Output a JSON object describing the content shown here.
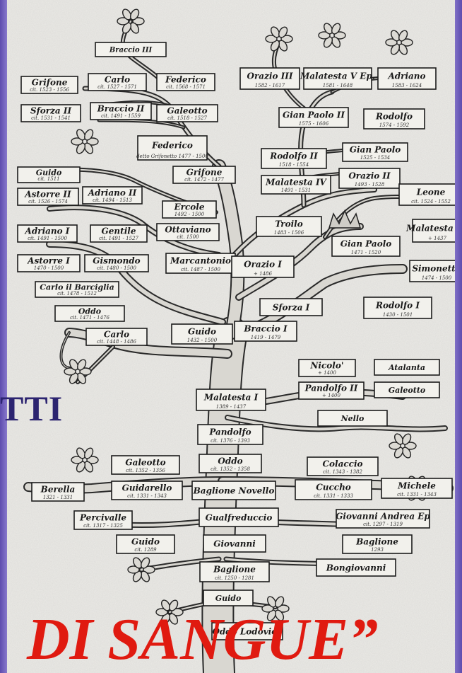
{
  "overlay": {
    "title_fragment": "TTI",
    "caption": "DI SANGUE”",
    "caption_color": "#e01a10",
    "title_color": "#2c2470",
    "frame_color": "#7a6ac4"
  },
  "tree": {
    "nodes": [
      {
        "id": "braccio-iii",
        "name": "Braccio III",
        "dates": ""
      },
      {
        "id": "grifone-top",
        "name": "Grifone",
        "dates": "cit. 1523 - 1556"
      },
      {
        "id": "carlo-top",
        "name": "Carlo",
        "dates": "cit. 1527 - 1571"
      },
      {
        "id": "federico-top",
        "name": "Federico",
        "dates": "cit. 1568 - 1571"
      },
      {
        "id": "sforza-ii",
        "name": "Sforza II",
        "dates": "cit. 1531 - 1541"
      },
      {
        "id": "braccio-ii",
        "name": "Braccio II",
        "dates": "cit. 1491 - 1559"
      },
      {
        "id": "galeotto-top",
        "name": "Galeotto",
        "dates": "cit. 1518 - 1527"
      },
      {
        "id": "federico-grifonetto",
        "name": "Federico",
        "dates": "detto Grifonetto 1477 - 1500"
      },
      {
        "id": "grifone-mid",
        "name": "Grifone",
        "dates": "cit. 1472 - 1477"
      },
      {
        "id": "guido-left",
        "name": "Guido",
        "dates": "cit. 1511"
      },
      {
        "id": "astorre-ii",
        "name": "Astorre II",
        "dates": "cit. 1526 - 1574"
      },
      {
        "id": "adriano-ii",
        "name": "Adriano II",
        "dates": "cit. 1494 - 1513"
      },
      {
        "id": "ercole",
        "name": "Ercole",
        "dates": "1492 - 1500"
      },
      {
        "id": "adriano-i",
        "name": "Adriano I",
        "dates": "cit. 1491 - 1500"
      },
      {
        "id": "gentile",
        "name": "Gentile",
        "dates": "cit. 1491 - 1527"
      },
      {
        "id": "ottaviano",
        "name": "Ottaviano",
        "dates": "cit. 1500"
      },
      {
        "id": "astorre-i",
        "name": "Astorre I",
        "dates": "1470 - 1500"
      },
      {
        "id": "gismondo",
        "name": "Gismondo",
        "dates": "cit. 1480 - 1500"
      },
      {
        "id": "marcantonio",
        "name": "Marcantonio",
        "dates": "cit. 1487 - 1500"
      },
      {
        "id": "carlo-barciglia",
        "name": "Carlo il Barciglia",
        "dates": "cit. 1478 - 1512"
      },
      {
        "id": "oddo-left",
        "name": "Oddo",
        "dates": "cit. 1471 - 1476"
      },
      {
        "id": "carlo-mid",
        "name": "Carlo",
        "dates": "cit. 1448 - 1486"
      },
      {
        "id": "guido-mid",
        "name": "Guido",
        "dates": "1432 - 1500"
      },
      {
        "id": "braccio-i",
        "name": "Braccio I",
        "dates": "1419 - 1479"
      },
      {
        "id": "orazio-iii",
        "name": "Orazio III",
        "dates": "1582 - 1617"
      },
      {
        "id": "malatesta-v",
        "name": "Malatesta V Ep.",
        "dates": "1581 - 1648"
      },
      {
        "id": "adriano-right",
        "name": "Adriano",
        "dates": "1583 - 1624"
      },
      {
        "id": "gianpaolo-ii",
        "name": "Gian Paolo II",
        "dates": "1575 - 1606"
      },
      {
        "id": "rodolfo-right",
        "name": "Rodolfo",
        "dates": "1574 - 1592"
      },
      {
        "id": "rodolfo-ii",
        "name": "Rodolfo II",
        "dates": "1518 - 1554"
      },
      {
        "id": "gianpaolo-right",
        "name": "Gian Paolo",
        "dates": "1525 - 1534"
      },
      {
        "id": "malatesta-iv",
        "name": "Malatesta IV",
        "dates": "1491 - 1531"
      },
      {
        "id": "orazio-ii",
        "name": "Orazio II",
        "dates": "1493 - 1528"
      },
      {
        "id": "leone",
        "name": "Leone",
        "dates": "cit. 1524 - 1552"
      },
      {
        "id": "troilo",
        "name": "Troilo",
        "dates": "1483 - 1506"
      },
      {
        "id": "malatesta-iii",
        "name": "Malatesta III",
        "dates": "+ 1437"
      },
      {
        "id": "gianpaolo-i",
        "name": "Gian Paolo",
        "dates": "1471 - 1520"
      },
      {
        "id": "orazio-i",
        "name": "Orazio I",
        "dates": "+ 1486"
      },
      {
        "id": "simonetto",
        "name": "Simonetto",
        "dates": "1474 - 1500"
      },
      {
        "id": "sforza-i",
        "name": "Sforza I",
        "dates": ""
      },
      {
        "id": "rodolfo-i",
        "name": "Rodolfo I",
        "dates": "1430 - 1501"
      },
      {
        "id": "nicolo",
        "name": "Nicolo'",
        "dates": "+ 1400"
      },
      {
        "id": "atalanta",
        "name": "Atalanta",
        "dates": ""
      },
      {
        "id": "pandolfo-ii",
        "name": "Pandolfo II",
        "dates": "+ 1400"
      },
      {
        "id": "galeotto-right",
        "name": "Galeotto",
        "dates": ""
      },
      {
        "id": "nello",
        "name": "Nello",
        "dates": ""
      },
      {
        "id": "malatesta-i",
        "name": "Malatesta I",
        "dates": "1389 - 1437"
      },
      {
        "id": "pandolfo",
        "name": "Pandolfo",
        "dates": "cit. 1376 - 1393"
      },
      {
        "id": "galeotto-low",
        "name": "Galeotto",
        "dates": "cit. 1352 - 1356"
      },
      {
        "id": "oddo-low",
        "name": "Oddo",
        "dates": "cit. 1352 - 1358"
      },
      {
        "id": "colaccio",
        "name": "Colaccio",
        "dates": "cit. 1343 - 1382"
      },
      {
        "id": "berella",
        "name": "Berella",
        "dates": "1321 - 1331"
      },
      {
        "id": "guidarello",
        "name": "Guidarello",
        "dates": "cit. 1331 - 1343"
      },
      {
        "id": "baglione-novello",
        "name": "Baglione Novello",
        "dates": ""
      },
      {
        "id": "cuccho",
        "name": "Cuccho",
        "dates": "cit. 1331 - 1333"
      },
      {
        "id": "michele",
        "name": "Michele",
        "dates": "cit. 1331 - 1343"
      },
      {
        "id": "percivalle",
        "name": "Percivalle",
        "dates": "cit. 1317 - 1325"
      },
      {
        "id": "gualfreduccio",
        "name": "Gualfreduccio",
        "dates": ""
      },
      {
        "id": "giovanni-andrea",
        "name": "Giovanni Andrea Ep",
        "dates": "cit. 1297 - 1319"
      },
      {
        "id": "guido-low",
        "name": "Guido",
        "dates": "cit. 1289"
      },
      {
        "id": "giovanni",
        "name": "Giovanni",
        "dates": ""
      },
      {
        "id": "baglione-right",
        "name": "Baglione",
        "dates": "1293"
      },
      {
        "id": "baglione-low",
        "name": "Baglione",
        "dates": "cit. 1250 - 1281"
      },
      {
        "id": "bongiovanni",
        "name": "Bongiovanni",
        "dates": ""
      },
      {
        "id": "guido-base",
        "name": "Guido",
        "dates": ""
      },
      {
        "id": "oddo-lodovico",
        "name": "Oddo Lodovico",
        "dates": ""
      }
    ]
  }
}
